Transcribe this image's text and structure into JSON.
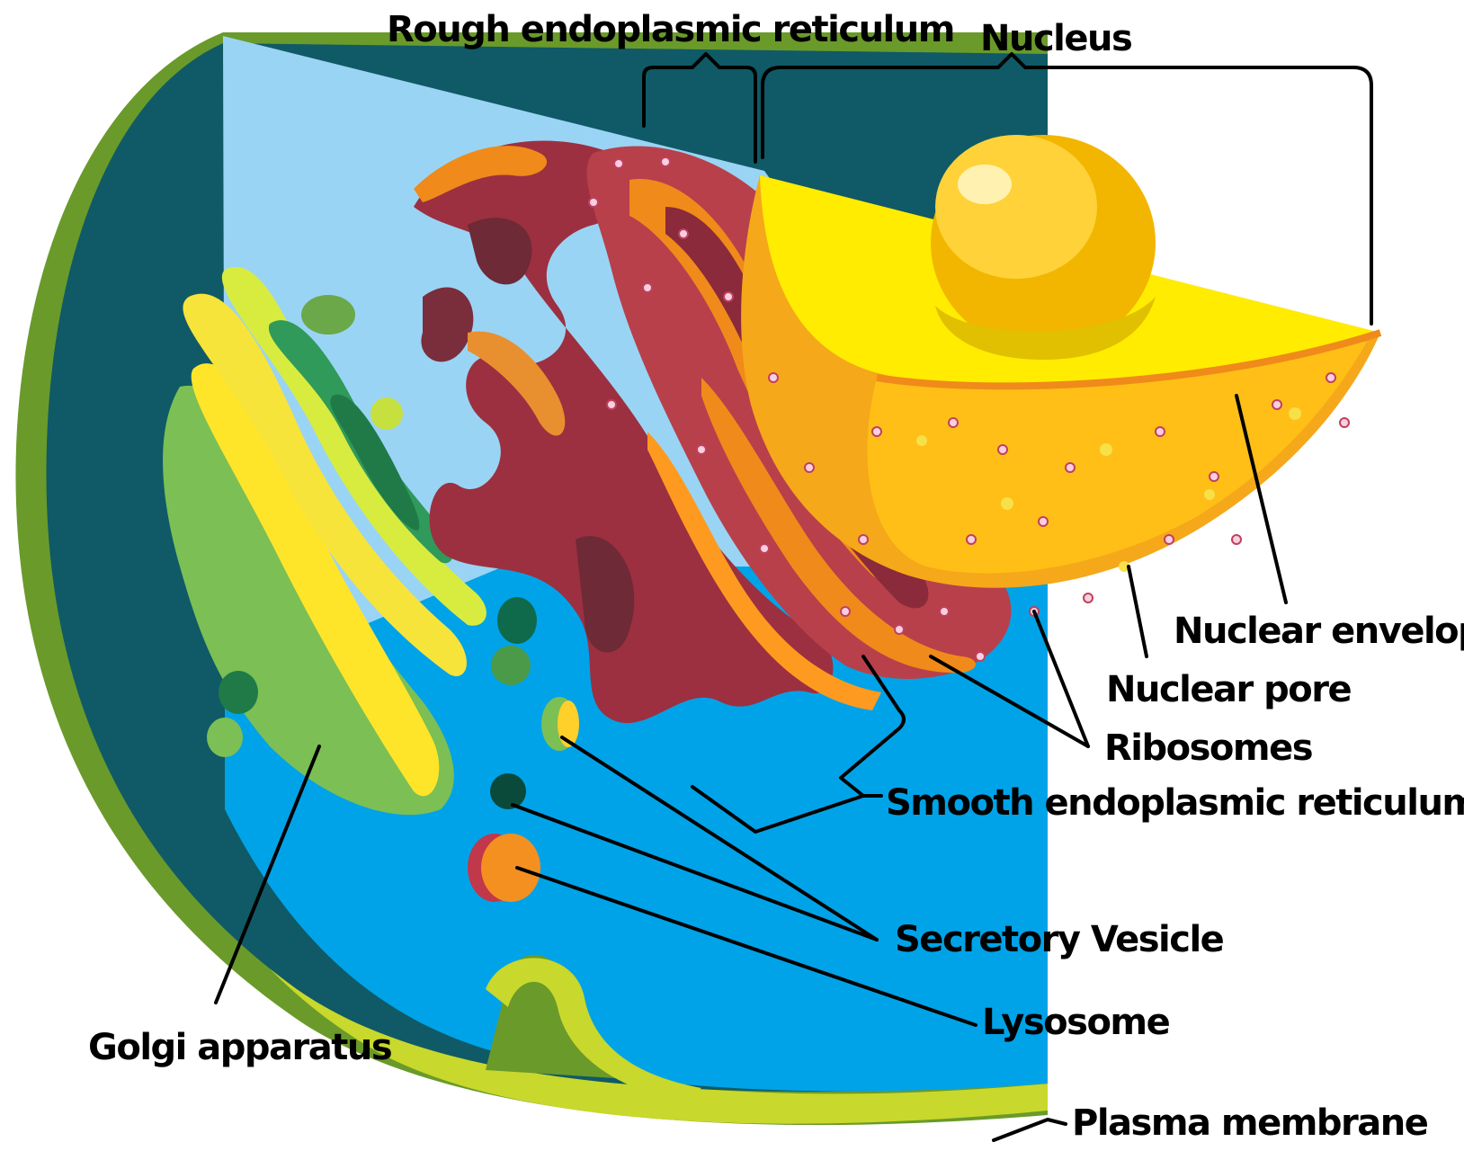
{
  "labels": {
    "rough_er": "Rough endoplasmic reticulum",
    "nucleus": "Nucleus",
    "nuclear_envelope": "Nuclear envelope",
    "nuclear_pore": "Nuclear pore",
    "ribosomes": "Ribosomes",
    "smooth_er": "Smooth endoplasmic reticulum",
    "secretory_vesicle": "Secretory Vesicle",
    "lysosome": "Lysosome",
    "golgi": "Golgi apparatus",
    "plasma_membrane": "Plasma membrane"
  },
  "colors": {
    "membrane_outer": "#6a9a2a",
    "membrane_inner": "#c8d82c",
    "cytoplasm_dark": "#0f5a66",
    "cytoplasm_light": "#9ad4f4",
    "cytoplasm_blue": "#00a3e8",
    "golgi_green": "#7cbf54",
    "golgi_yellow": "#ffe52a",
    "er_red": "#9c3040",
    "er_dark": "#6e2a36",
    "er_orange": "#f08a1a",
    "nucleus_yellow": "#ffec00",
    "nucleus_orange": "#ffbf16",
    "nucleolus": "#f2b600",
    "lysosome_orange": "#f39020",
    "vesicle_dark": "#0a4a3a"
  }
}
